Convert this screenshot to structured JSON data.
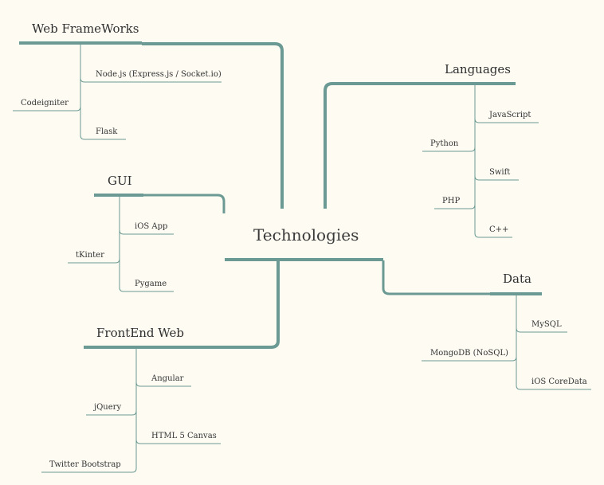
{
  "central": {
    "label": "Technologies"
  },
  "branches": {
    "web_frameworks": {
      "title": "Web FrameWorks",
      "items": [
        "Node.js (Express.js / Socket.io)",
        "Codeigniter",
        "Flask"
      ]
    },
    "gui": {
      "title": "GUI",
      "items": [
        "iOS App",
        "tKinter",
        "Pygame"
      ]
    },
    "frontend_web": {
      "title": "FrontEnd Web",
      "items": [
        "Angular",
        "jQuery",
        "HTML 5 Canvas",
        "Twitter Bootstrap"
      ]
    },
    "languages": {
      "title": "Languages",
      "items": [
        "JavaScript",
        "Python",
        "Swift",
        "PHP",
        "C++"
      ]
    },
    "data": {
      "title": "Data",
      "items": [
        "MySQL",
        "MongoDB (NoSQL)",
        "iOS CoreData"
      ]
    }
  },
  "colors": {
    "line": "#6a9a93",
    "background": "#fdfbf2",
    "text": "#333333"
  }
}
